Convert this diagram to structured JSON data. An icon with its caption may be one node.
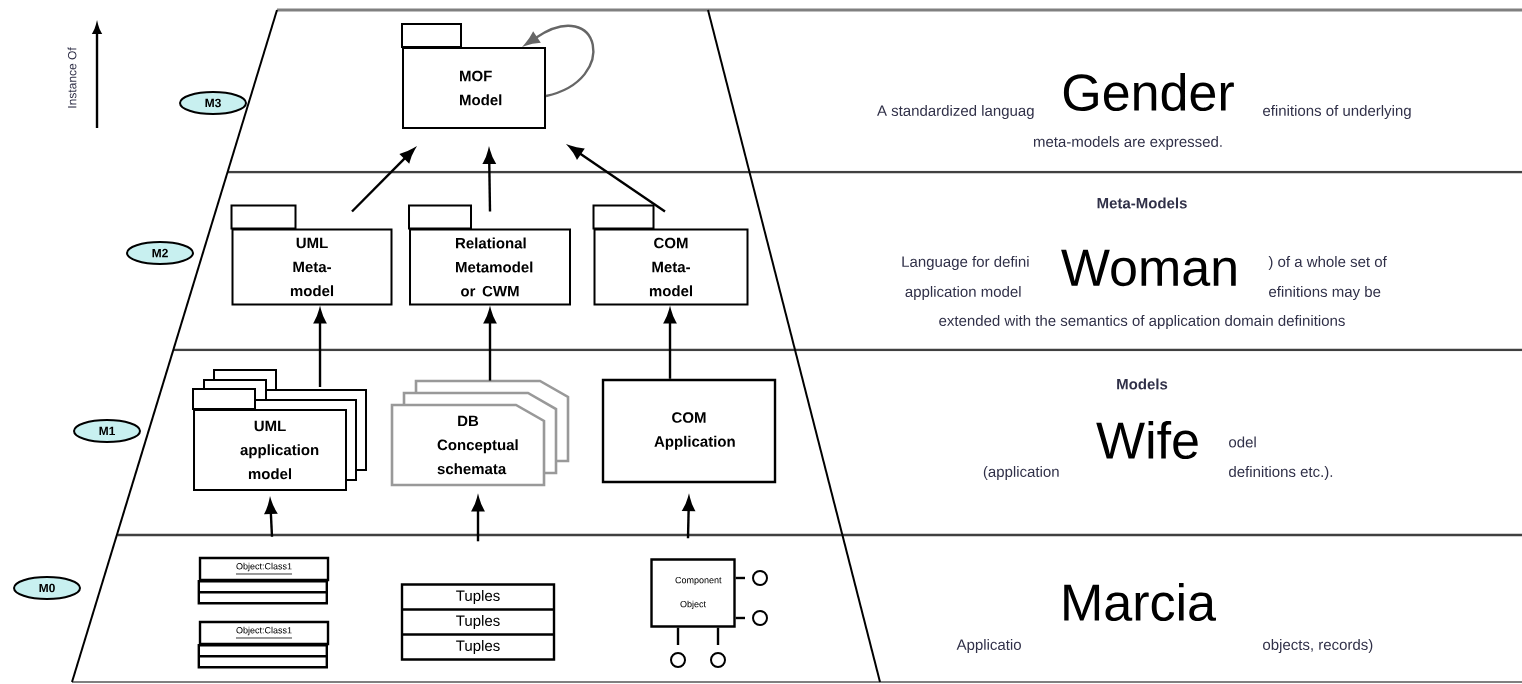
{
  "diagram": {
    "nodes": [
      {
        "text": [
          "MOF Model"
        ]
      },
      {
        "text": [
          "UML Meta-model"
        ]
      },
      {
        "text": [
          "Relational Metamodel or CWM"
        ]
      },
      {
        "text": [
          "COM Meta-model"
        ]
      },
      {
        "text": [
          "UML application model"
        ]
      },
      {
        "text": [
          "DB Conceptual schemata"
        ]
      },
      {
        "text": [
          "COM Application"
        ]
      },
      {
        "text": [
          "Object:Class1"
        ]
      },
      {
        "text": [
          "Object:Class1"
        ]
      },
      {
        "text": [
          "Tuples",
          "Tuples",
          "Tuples"
        ]
      },
      {
        "text": [
          "Component Object"
        ]
      },
      {
        "text": [],
        "shape": "circle"
      },
      {
        "text": [],
        "shape": "circle"
      },
      {
        "text": [],
        "shape": "circle"
      },
      {
        "text": [],
        "shape": "circle"
      },
      {
        "text": [
          "M3"
        ]
      },
      {
        "text": [
          "M2"
        ]
      },
      {
        "text": [
          "M1"
        ]
      },
      {
        "text": [
          "M0"
        ]
      }
    ],
    "edges": [
      {
        "from": 0,
        "to": 0,
        "arrow": "to",
        "color": "#666666"
      },
      {
        "from": 1,
        "to": 0,
        "arrow": "to"
      },
      {
        "from": 2,
        "to": 0,
        "arrow": "to"
      },
      {
        "from": 3,
        "to": 0,
        "arrow": "to"
      },
      {
        "from": 4,
        "to": 1,
        "arrow": "to"
      },
      {
        "from": 5,
        "to": 2,
        "arrow": "to"
      },
      {
        "from": 6,
        "to": 3,
        "arrow": "to"
      },
      {
        "from": 7,
        "to": 4,
        "arrow": "to"
      },
      {
        "from": 9,
        "to": 5,
        "arrow": "to"
      },
      {
        "from": 10,
        "to": 6,
        "arrow": "to"
      },
      {
        "from": 10,
        "to": 11,
        "arrow": "none"
      },
      {
        "from": 10,
        "to": 12,
        "arrow": "none"
      },
      {
        "from": 10,
        "to": 13,
        "arrow": "none"
      },
      {
        "from": 10,
        "to": 14,
        "arrow": "none"
      }
    ],
    "labels": [
      "Instance Of",
      "Gender",
      "A standardized languag",
      "efinitions of underlying",
      "meta-models are expressed.",
      "Meta-Models",
      "Woman",
      "Language for defini",
      ") of a whole set of",
      "application model",
      "efinitions may be",
      "extended with the semantics of application domain definitions",
      "Models",
      "Wife",
      "odel",
      "(application",
      "definitions etc.).",
      "Marcia",
      "Applicatio",
      "objects, records)"
    ]
  }
}
